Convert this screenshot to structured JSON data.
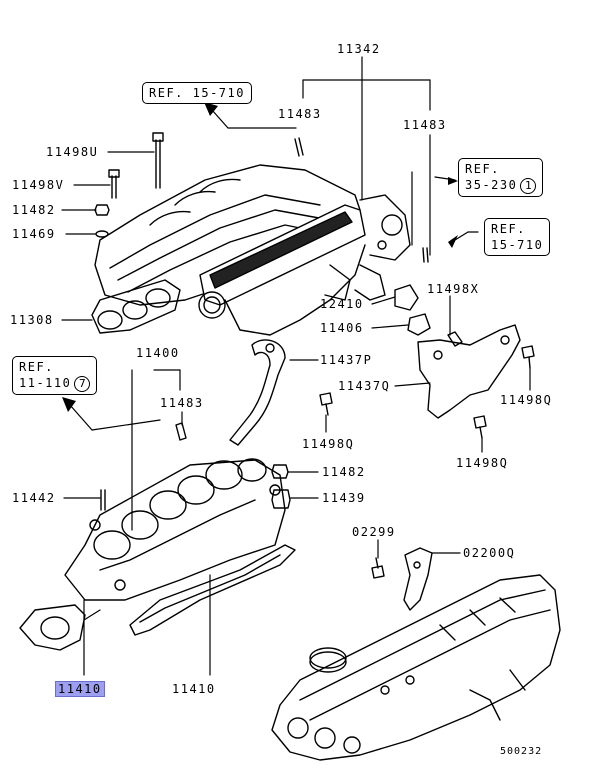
{
  "diagram": {
    "labels": {
      "p11342": "11342",
      "p11483_top": "11483",
      "p11483_right": "11483",
      "p11498u": "11498U",
      "p11498v": "11498V",
      "p11482_left": "11482",
      "p11469": "11469",
      "p11308": "11308",
      "p12410": "12410",
      "p11498x": "11498X",
      "p11406": "11406",
      "p11400": "11400",
      "p11437p": "11437P",
      "p11437q": "11437Q",
      "p11498q_right": "11498Q",
      "p11483_mid": "11483",
      "p11498q_mid": "11498Q",
      "p11498q_low": "11498Q",
      "p11482_mid": "11482",
      "p11442": "11442",
      "p11439": "11439",
      "p02299": "02299",
      "p02200q": "02200Q",
      "p11410_left": "11410",
      "p11410_right": "11410"
    },
    "refs": {
      "ref1": {
        "line1": "REF. 15-710"
      },
      "ref2": {
        "line1": "REF.",
        "line2": "35-230",
        "circle": "1"
      },
      "ref3": {
        "line1": "REF.",
        "line2": "15-710"
      },
      "ref4": {
        "line1": "REF.",
        "line2": "11-110",
        "circle": "7"
      }
    },
    "diagram_code": "500232",
    "highlight_color": "#9d9ff2"
  }
}
